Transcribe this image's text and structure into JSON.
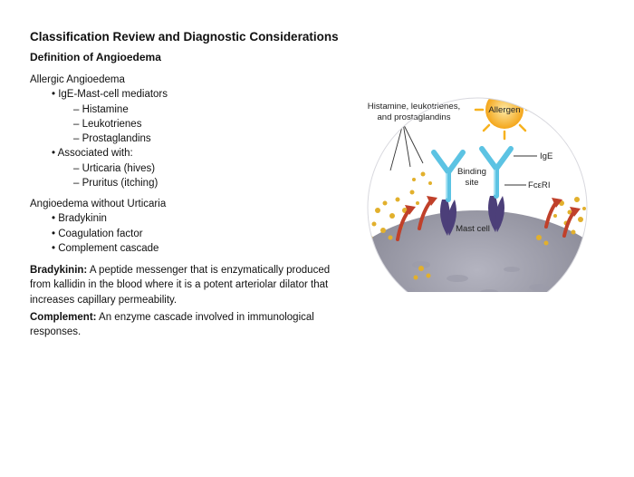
{
  "page": {
    "title": "Classification Review and Diagnostic Considerations",
    "subtitle": "Definition of Angioedema"
  },
  "allergic": {
    "heading": "Allergic Angioedema",
    "mediators_label": "• IgE-Mast-cell mediators",
    "mediators": [
      "– Histamine",
      "– Leukotrienes",
      "– Prostaglandins"
    ],
    "associated_label": "• Associated with:",
    "associated": [
      "– Urticaria (hives)",
      "– Pruritus (itching)"
    ]
  },
  "without_urticaria": {
    "heading": "Angioedema without Urticaria",
    "items": [
      "• Bradykinin",
      "• Coagulation factor",
      "• Complement cascade"
    ]
  },
  "definitions": {
    "bradykinin_term": "Bradykinin:",
    "bradykinin_text": "A peptide messenger that is enzymatically produced from kallidin in the blood where it is a potent arteriolar dilator that increases capillary permeability.",
    "complement_term": "Complement:",
    "complement_text": "An enzyme cascade involved in immunological responses."
  },
  "figure": {
    "label_histamine_1": "Histamine, leukotrienes,",
    "label_histamine_2": "and prostaglandins",
    "label_allergen": "Allergen",
    "label_ige": "IgE",
    "label_binding_1": "Binding",
    "label_binding_2": "site",
    "label_fceri": "FcεRI",
    "label_mast_cell": "Mast cell",
    "colors": {
      "cell": "#8d8d9a",
      "antibody": "#5cc3e3",
      "receptor": "#4c3f79",
      "sun": "#f7b21f",
      "granules": "#e2b02c",
      "arrows": "#c0402a"
    }
  }
}
